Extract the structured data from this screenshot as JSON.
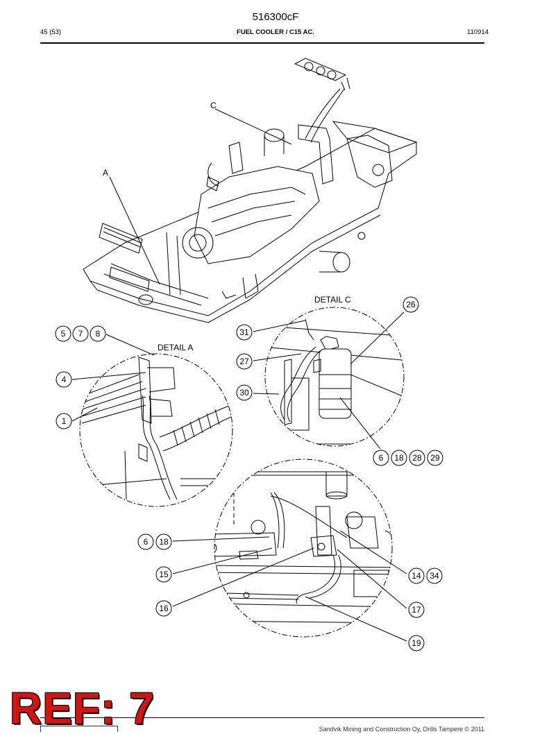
{
  "header": {
    "doc_number": "516300cF",
    "page": "45 (53)",
    "title": "FUEL COOLER / C15 AC.",
    "code": "110914"
  },
  "views": {
    "label_c": "C",
    "label_a": "A",
    "detail_a": "DETAIL A",
    "detail_c": "DETAIL C"
  },
  "callouts": {
    "c5": "5",
    "c7": "7",
    "c8": "8",
    "c4": "4",
    "c1": "1",
    "c26": "26",
    "c31": "31",
    "c27": "27",
    "c30": "30",
    "c6a": "6",
    "c18a": "18",
    "c28": "28",
    "c29": "29",
    "c6b": "6",
    "c18b": "18",
    "c15": "15",
    "c16": "16",
    "c14": "14",
    "c34": "34",
    "c17": "17",
    "c19": "19"
  },
  "stamp": "REF: 7",
  "footer": "Sandvik Mining and Construction Oy, Drills Tampere © 2011"
}
